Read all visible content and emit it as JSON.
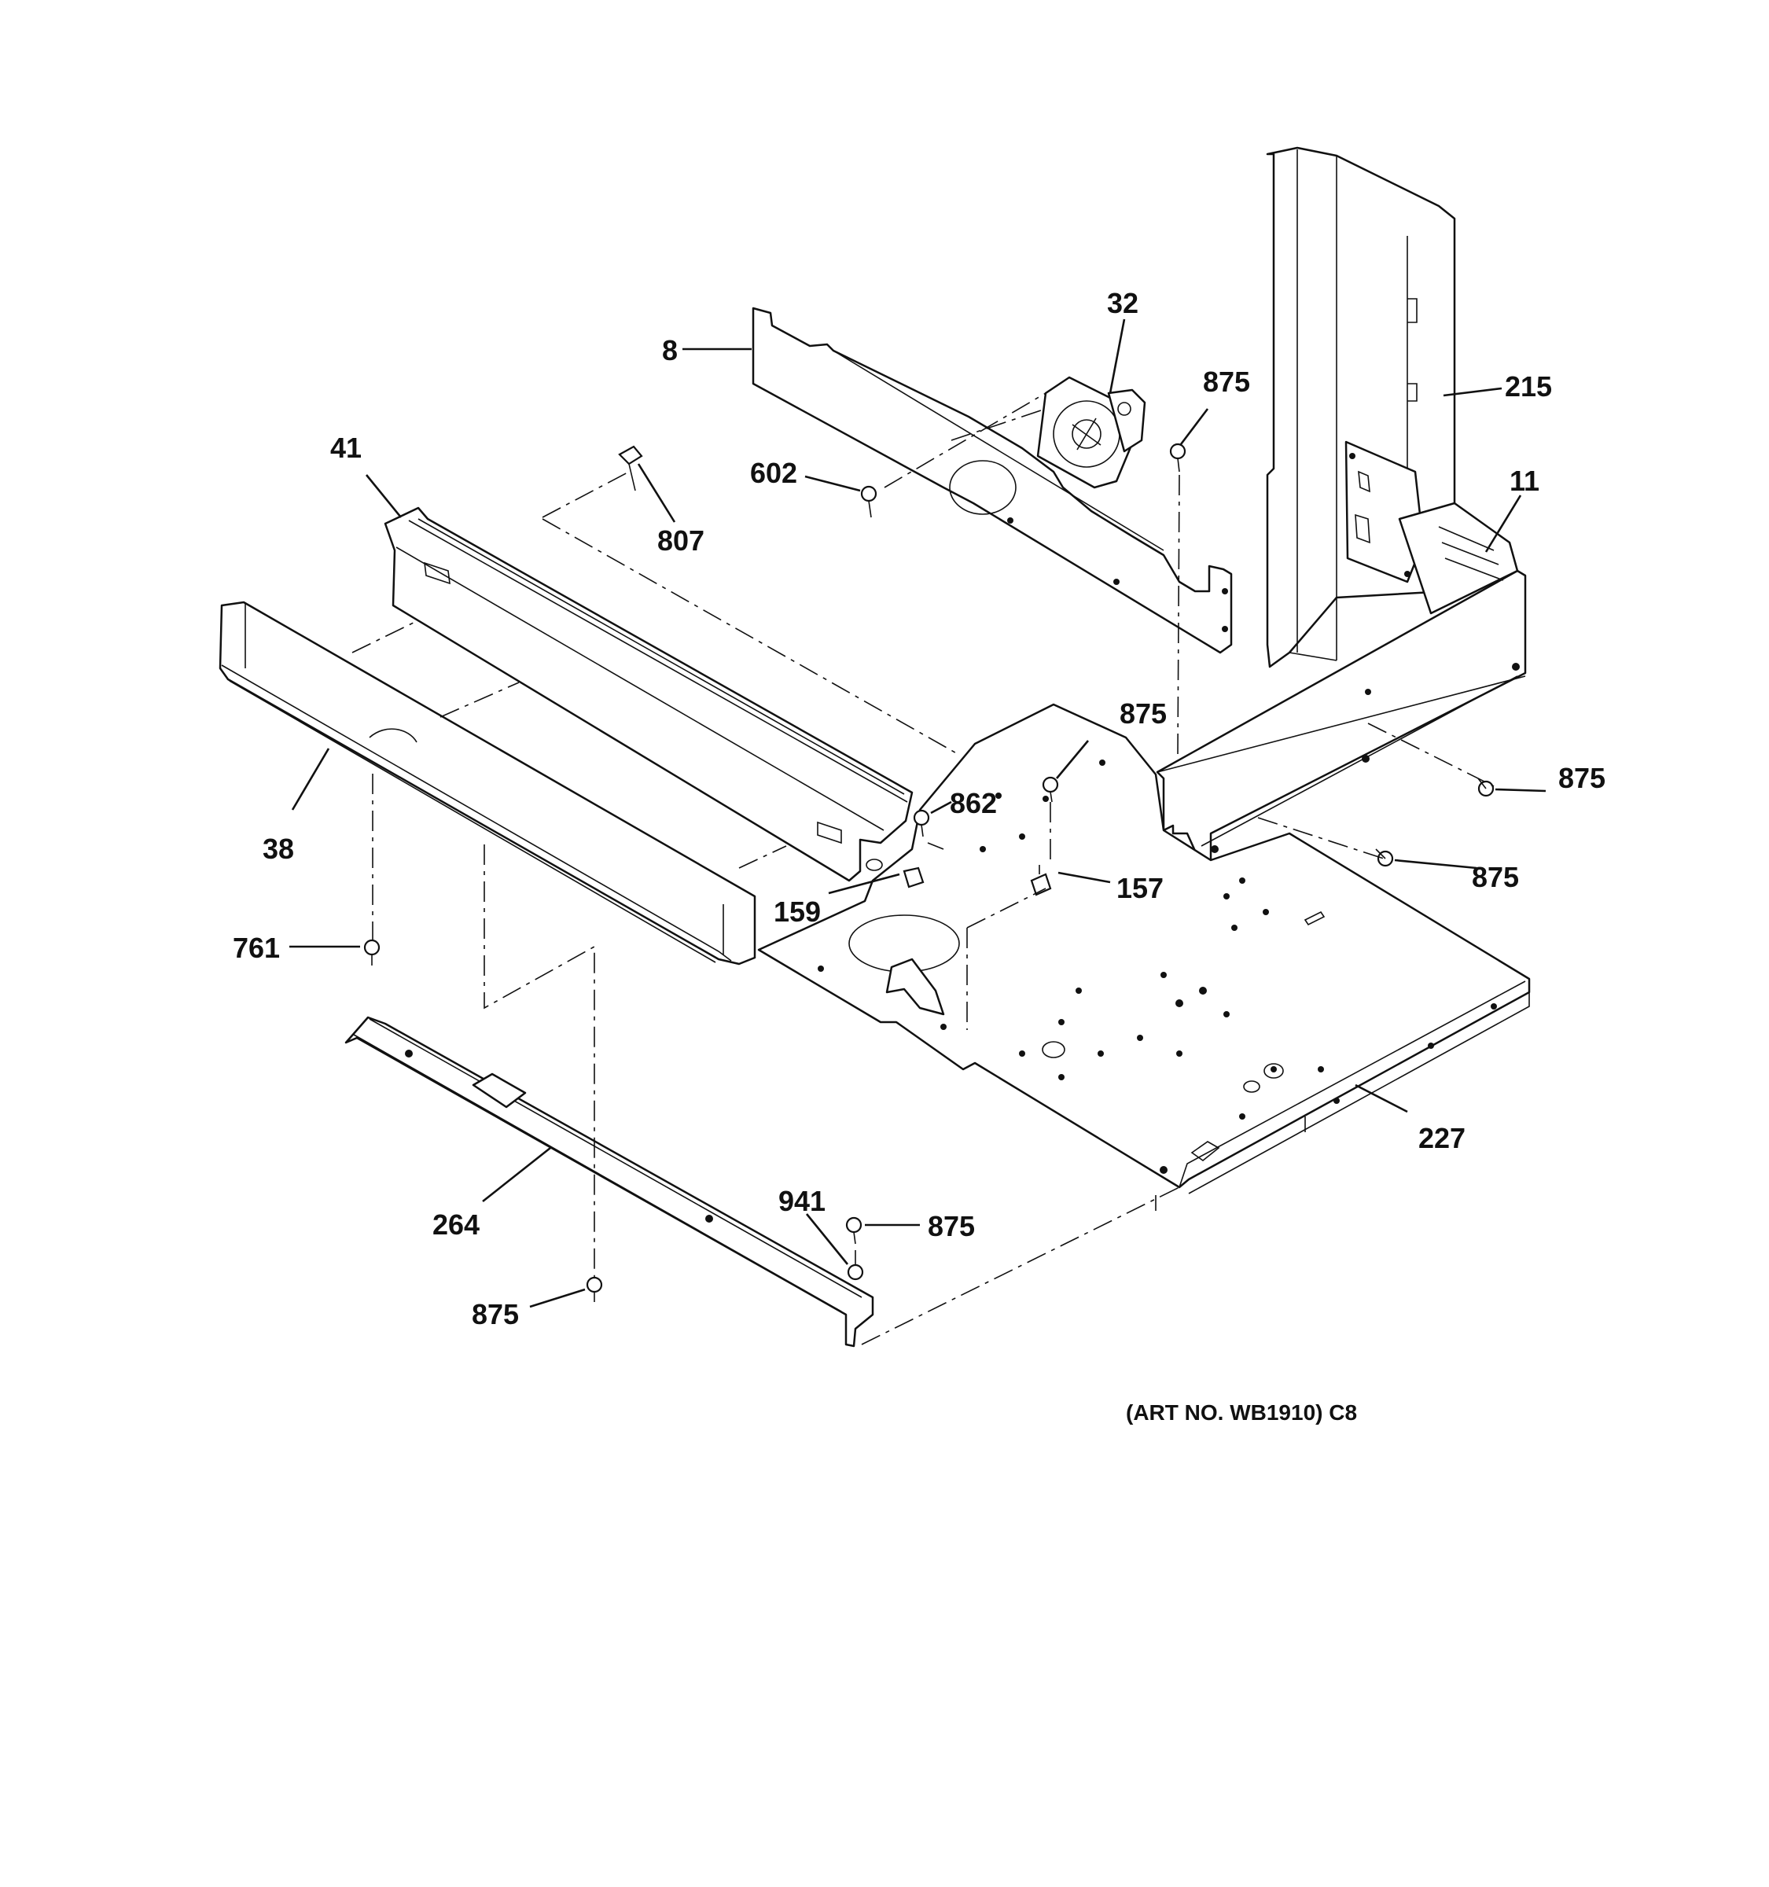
{
  "labels": {
    "l8": "8",
    "l32": "32",
    "l875_top": "875",
    "l215": "215",
    "l41": "41",
    "l602": "602",
    "l807": "807",
    "l11": "11",
    "l875_a": "875",
    "l862": "862",
    "l875_b": "875",
    "l38": "38",
    "l875_c": "875",
    "l157": "157",
    "l159": "159",
    "l761": "761",
    "l227": "227",
    "l941": "941",
    "l875_d": "875",
    "l264": "264",
    "l875_e": "875"
  },
  "caption": "(ART NO. WB1910) C8"
}
